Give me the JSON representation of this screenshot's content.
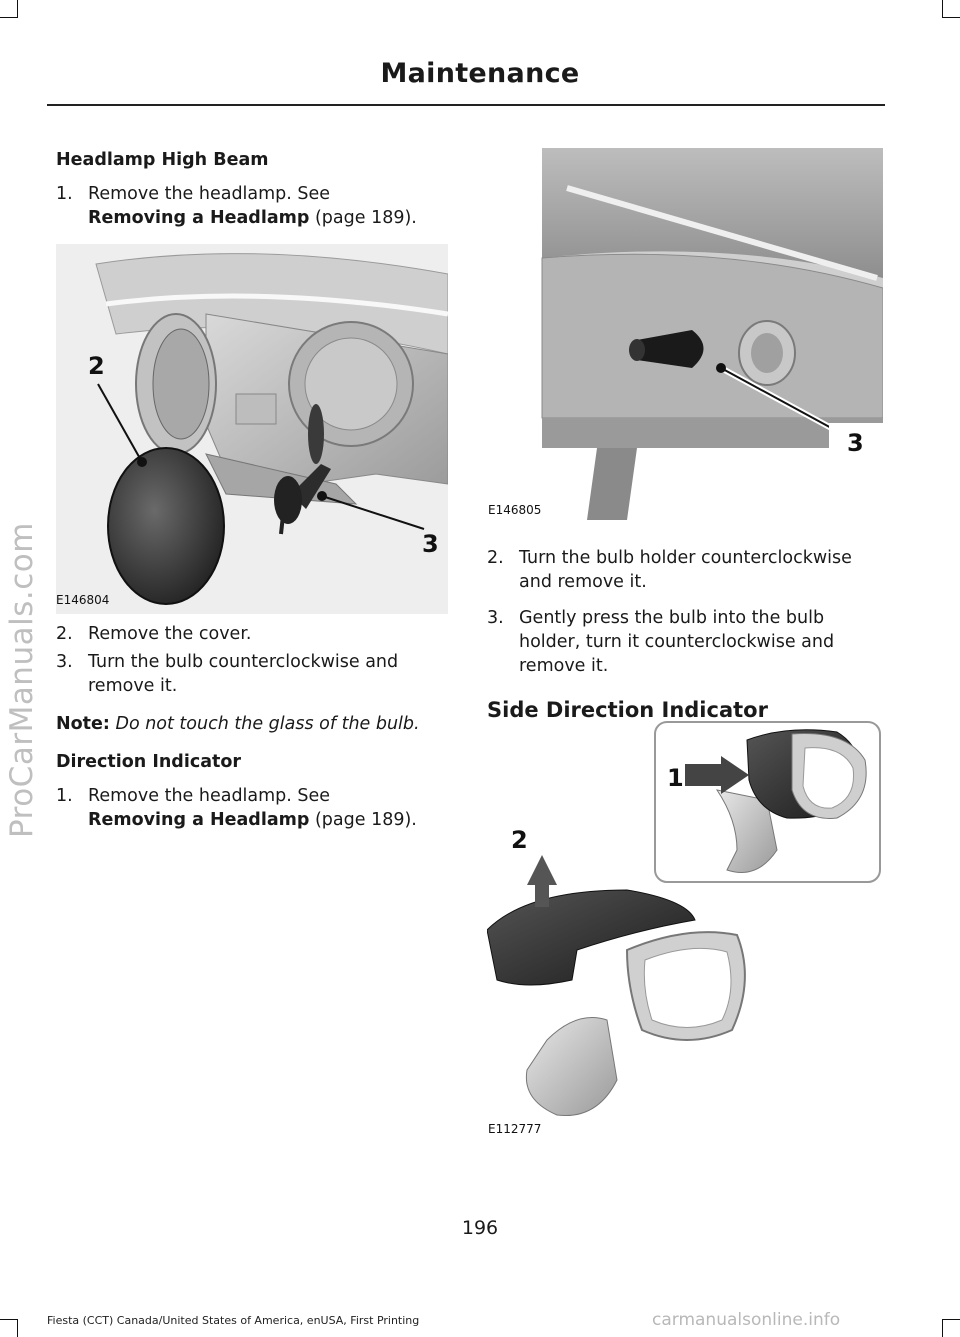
{
  "header": {
    "title": "Maintenance"
  },
  "watermark": "ProCarManuals.com",
  "left": {
    "high_beam": {
      "heading": "Headlamp High Beam",
      "step1_num": "1.",
      "step1_text": "Remove the headlamp.  See",
      "step1_ref": "Removing a Headlamp",
      "step1_page": " (page 189).",
      "figure_code": "E146804",
      "callout_2": "2",
      "callout_3": "3",
      "step2_num": "2.",
      "step2_text": "Remove the cover.",
      "step3_num": "3.",
      "step3_text": "Turn the bulb counterclockwise and remove it.",
      "note_label": "Note:",
      "note_text": " Do not touch the glass of the bulb."
    },
    "direction": {
      "heading": "Direction Indicator",
      "step1_num": "1.",
      "step1_text": "Remove the headlamp.  See",
      "step1_ref": "Removing a Headlamp",
      "step1_page": " (page 189)."
    }
  },
  "right": {
    "figure1": {
      "code": "E146805",
      "callout_3": "3"
    },
    "step2_num": "2.",
    "step2_text": "Turn the bulb holder counterclockwise and remove it.",
    "step3_num": "3.",
    "step3_text": "Gently press the bulb into the bulb holder, turn it counterclockwise and remove it.",
    "side_heading": "Side Direction Indicator",
    "figure2": {
      "code": "E112777",
      "callout_1": "1",
      "callout_2": "2"
    }
  },
  "page_number": "196",
  "footer": {
    "edition": "Fiesta (CCT) Canada/United States of America, enUSA, First Printing",
    "site": "carmanualsonline.info"
  }
}
